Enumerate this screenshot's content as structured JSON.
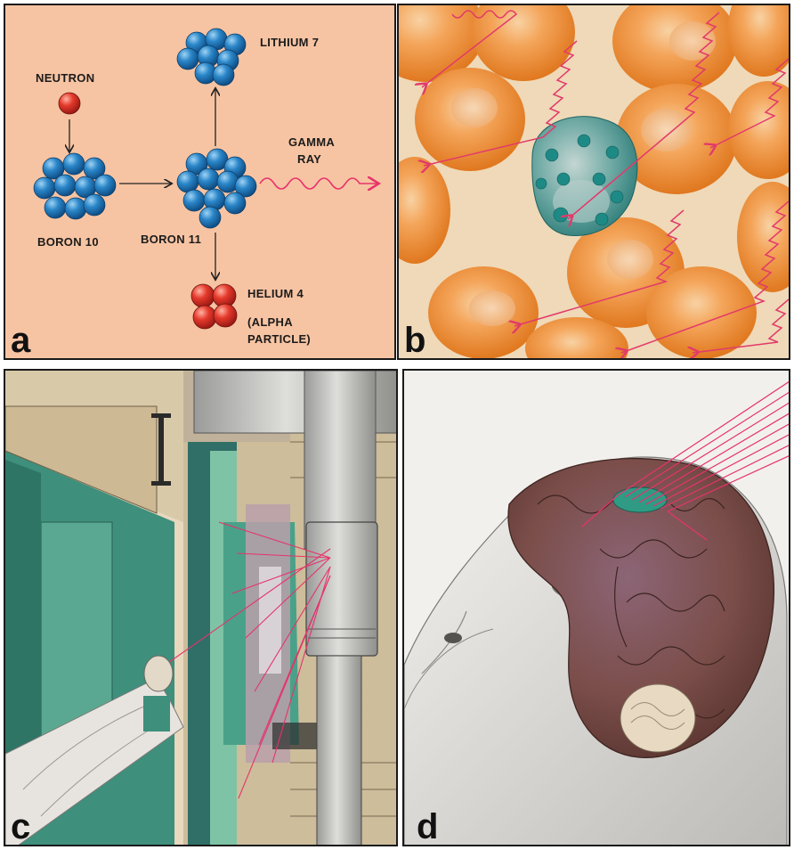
{
  "panels": {
    "a": {
      "label": "a",
      "neutron": "NEUTRON",
      "boron10": "BORON 10",
      "boron11": "BORON 11",
      "lithium7": "LITHIUM 7",
      "gamma_line1": "GAMMA",
      "gamma_line2": "RAY",
      "helium4": "HELIUM 4",
      "alpha_line1": "(ALPHA",
      "alpha_line2": "PARTICLE)"
    },
    "b": {
      "label": "b"
    },
    "c": {
      "label": "c"
    },
    "d": {
      "label": "d"
    }
  },
  "colors": {
    "panel_a_bg": "#f7c4a3",
    "nucleon_blue": "#1f74b5",
    "proton_red": "#e0322a",
    "ray_pink": "#e8336b",
    "cell_orange": "#f29a4a",
    "tumor_teal": "#3d8f8a",
    "brain_brown": "#7a4a44"
  }
}
